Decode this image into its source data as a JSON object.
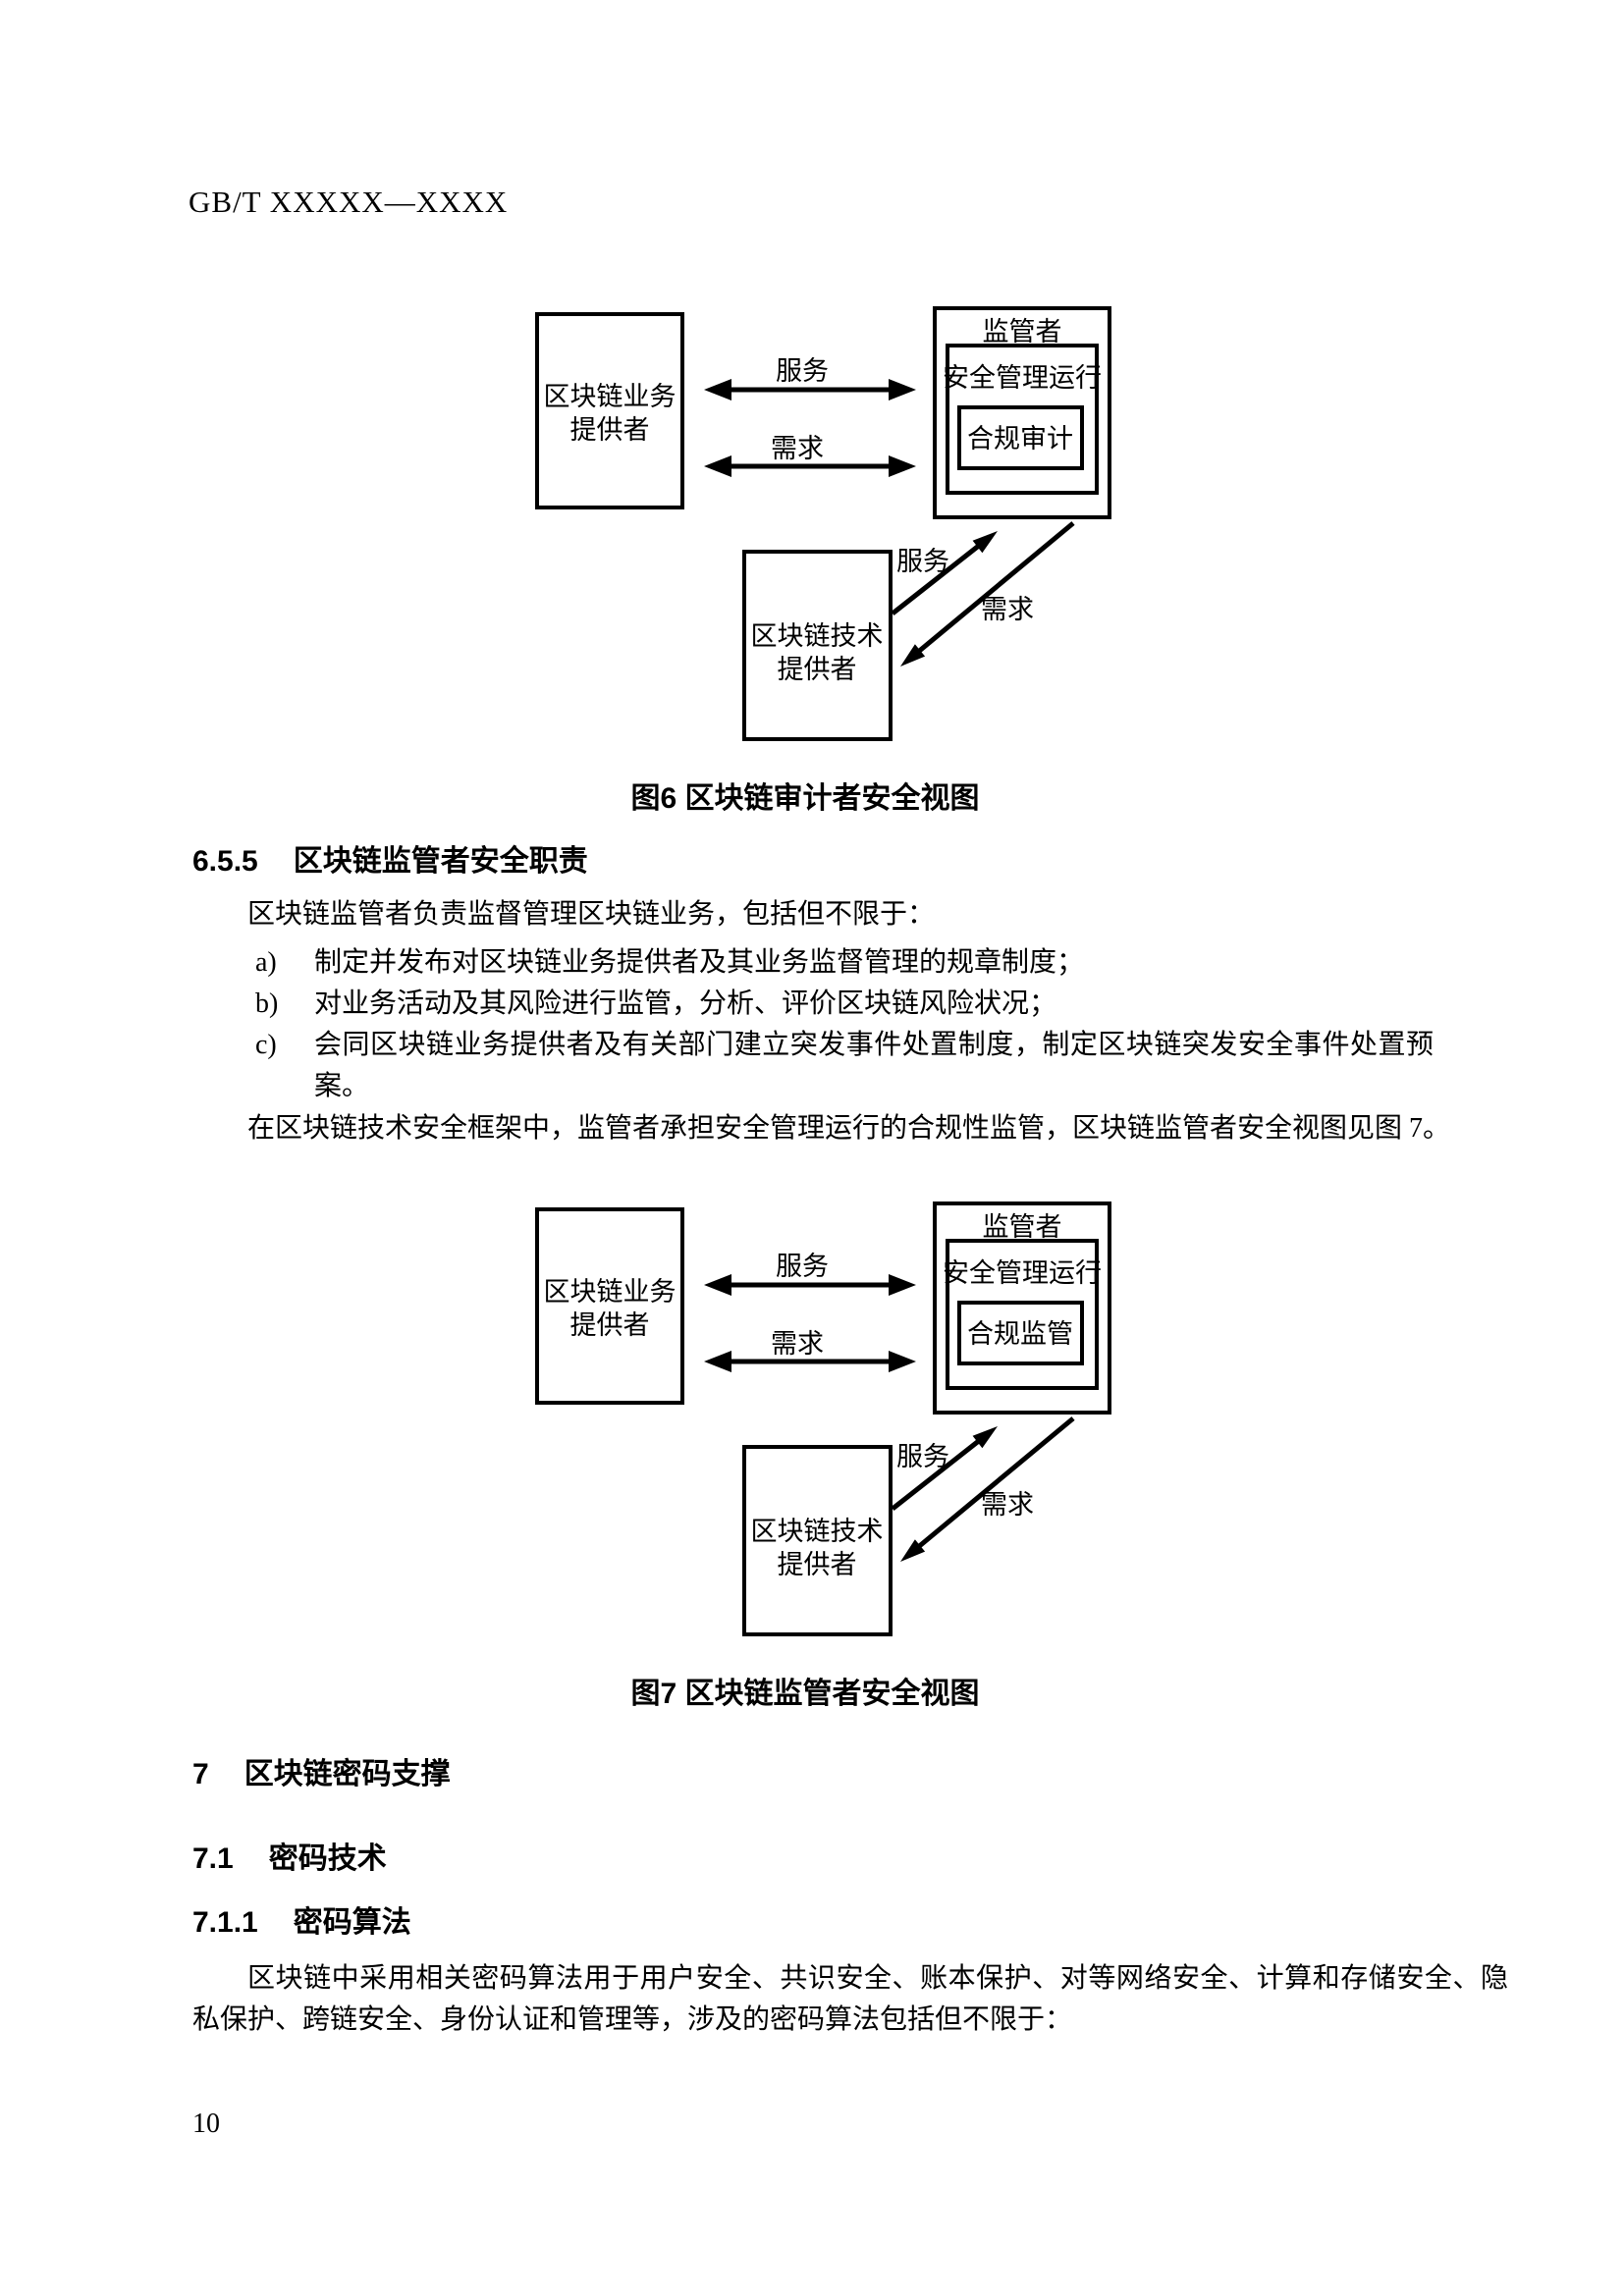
{
  "header": {
    "doc_code": "GB/T XXXXX—XXXX"
  },
  "figures": [
    {
      "caption": "图6 区块链审计者安全视图",
      "business_provider": [
        "区块链业务",
        "提供者"
      ],
      "tech_provider": [
        "区块链技术",
        "提供者"
      ],
      "regulator": "监管者",
      "security_mgmt": "安全管理运行",
      "inner_function": "合规审计",
      "service_label": "服务",
      "demand_label": "需求",
      "service_label_diag": "服务",
      "demand_label_diag": "需求"
    },
    {
      "caption": "图7 区块链监管者安全视图",
      "business_provider": [
        "区块链业务",
        "提供者"
      ],
      "tech_provider": [
        "区块链技术",
        "提供者"
      ],
      "regulator": "监管者",
      "security_mgmt": "安全管理运行",
      "inner_function": "合规监管",
      "service_label": "服务",
      "demand_label": "需求",
      "service_label_diag": "服务",
      "demand_label_diag": "需求"
    }
  ],
  "section_6_5_5": {
    "number": "6.5.5",
    "title": "区块链监管者安全职责",
    "intro": "区块链监管者负责监督管理区块链业务，包括但不限于：",
    "items": [
      {
        "label": "a)",
        "text": "制定并发布对区块链业务提供者及其业务监督管理的规章制度；"
      },
      {
        "label": "b)",
        "text": "对业务活动及其风险进行监管，分析、评价区块链风险状况；"
      },
      {
        "label": "c)",
        "text": "会同区块链业务提供者及有关部门建立突发事件处置制度，制定区块链突发安全事件处置预案。"
      }
    ],
    "closing": "在区块链技术安全框架中，监管者承担安全管理运行的合规性监管，区块链监管者安全视图见图 7。"
  },
  "section_7": {
    "number": "7",
    "title": "区块链密码支撑"
  },
  "section_7_1": {
    "number": "7.1",
    "title": "密码技术"
  },
  "section_7_1_1": {
    "number": "7.1.1",
    "title": "密码算法"
  },
  "paragraph_7_1_1": "区块链中采用相关密码算法用于用户安全、共识安全、账本保护、对等网络安全、计算和存储安全、隐私保护、跨链安全、身份认证和管理等，涉及的密码算法包括但不限于：",
  "footer": {
    "page_number": "10"
  }
}
